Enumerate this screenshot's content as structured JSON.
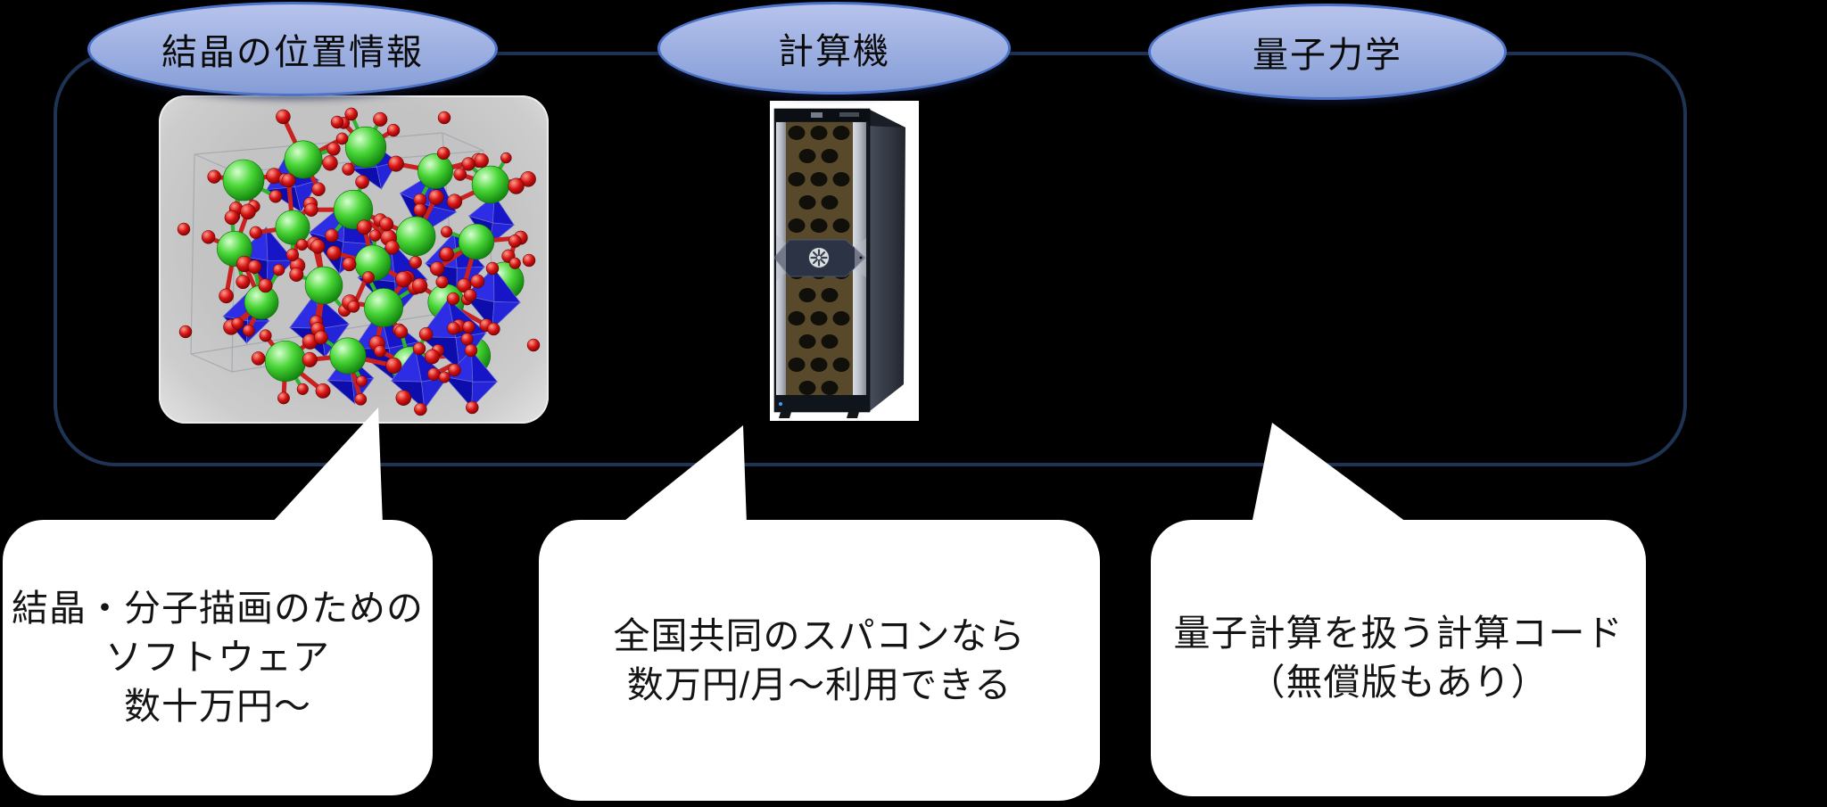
{
  "ellipses": [
    {
      "id": "crystal-position",
      "label": "結晶の位置情報"
    },
    {
      "id": "computer",
      "label": "計算機"
    },
    {
      "id": "quantum-mechanics",
      "label": "量子力学"
    }
  ],
  "callouts": [
    {
      "id": "software-cost",
      "lines": [
        "結晶・分子描画のための",
        "ソフトウェア",
        "数十万円〜"
      ]
    },
    {
      "id": "supercomputer-cost",
      "lines": [
        "全国共同のスパコンなら",
        "数万円/月〜利用できる"
      ]
    },
    {
      "id": "calculation-code",
      "lines": [
        "量子計算を扱う計算コード",
        "（無償版もあり）"
      ]
    }
  ],
  "icons": {
    "crystal": "crystal-structure-image",
    "computer": "supercomputer-rack-image"
  },
  "colors": {
    "background": "#000000",
    "container_border": "#1f3455",
    "ellipse_fill_top": "#b7c3ec",
    "ellipse_fill_bottom": "#8fa5db",
    "ellipse_border": "#4d73c9",
    "bubble_bg": "#ffffff",
    "text": "#0b0b0b",
    "crystal_green": "#2fbf26",
    "crystal_blue": "#1d1dd2",
    "crystal_red": "#d51414",
    "panel_gray": "#c6c6c6",
    "rack_frame": "#141821",
    "rack_mesh": "#57492a",
    "rack_rail": "#b9bec6"
  }
}
